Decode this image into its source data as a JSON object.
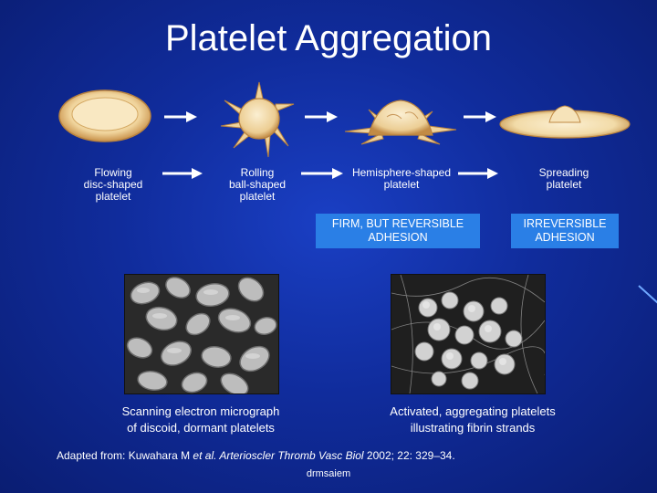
{
  "title": "Platelet Aggregation",
  "stages": [
    {
      "label_lines": [
        "Flowing",
        "disc-shaped",
        "platelet"
      ]
    },
    {
      "label_lines": [
        "Rolling",
        "ball-shaped",
        "platelet"
      ]
    },
    {
      "label_lines": [
        "Hemisphere-shaped",
        "platelet"
      ]
    },
    {
      "label_lines": [
        "Spreading",
        "platelet"
      ]
    }
  ],
  "adhesion": {
    "reversible_lines": [
      "FIRM, BUT REVERSIBLE",
      "ADHESION"
    ],
    "irreversible_lines": [
      "IRREVERSIBLE",
      "ADHESION"
    ]
  },
  "captions": {
    "left_lines": [
      "Scanning electron micrograph",
      "of discoid, dormant platelets"
    ],
    "right_lines": [
      "Activated, aggregating platelets",
      "illustrating fibrin strands"
    ]
  },
  "citation": {
    "prefix": "Adapted from: Kuwahara M ",
    "etal": "et al.",
    "journal": " Arterioscler Thromb Vasc Biol",
    "details": " 2002; 22: 329–34."
  },
  "credit": "drmsaiem",
  "colors": {
    "background": "#102c9c",
    "adhesion_box": "#2a7fe6",
    "cell_fill": "#f2ddb0",
    "cell_edge": "#c89a55"
  }
}
